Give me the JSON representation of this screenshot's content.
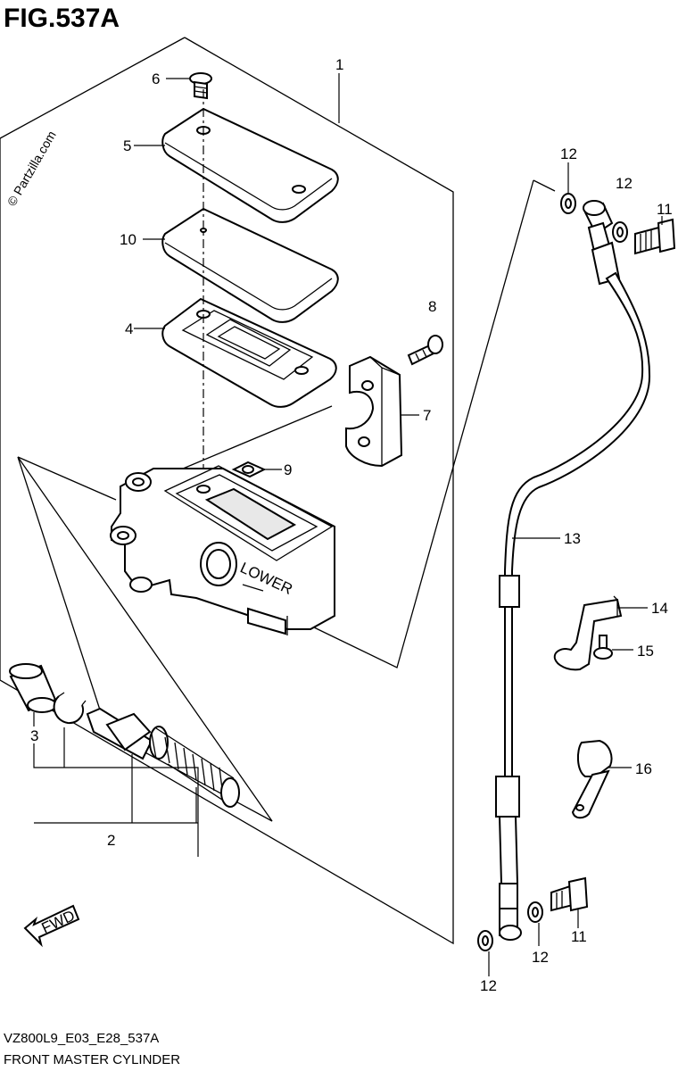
{
  "figure": {
    "title": "FIG.537A",
    "watermark": "© Partzilla.com",
    "fwd_label": "FWD"
  },
  "footer": {
    "code": "VZ800L9_E03_E28_537A",
    "name": "FRONT MASTER CYLINDER"
  },
  "callouts": {
    "c1": "1",
    "c2": "2",
    "c3": "3",
    "c4": "4",
    "c5": "5",
    "c6": "6",
    "c7": "7",
    "c8": "8",
    "c9": "9",
    "c10": "10",
    "c11a": "11",
    "c11b": "11",
    "c12a": "12",
    "c12b": "12",
    "c12c": "12",
    "c12d": "12",
    "c13": "13",
    "c14": "14",
    "c15": "15",
    "c16": "16"
  },
  "body_labels": {
    "lower": "LOWER"
  }
}
